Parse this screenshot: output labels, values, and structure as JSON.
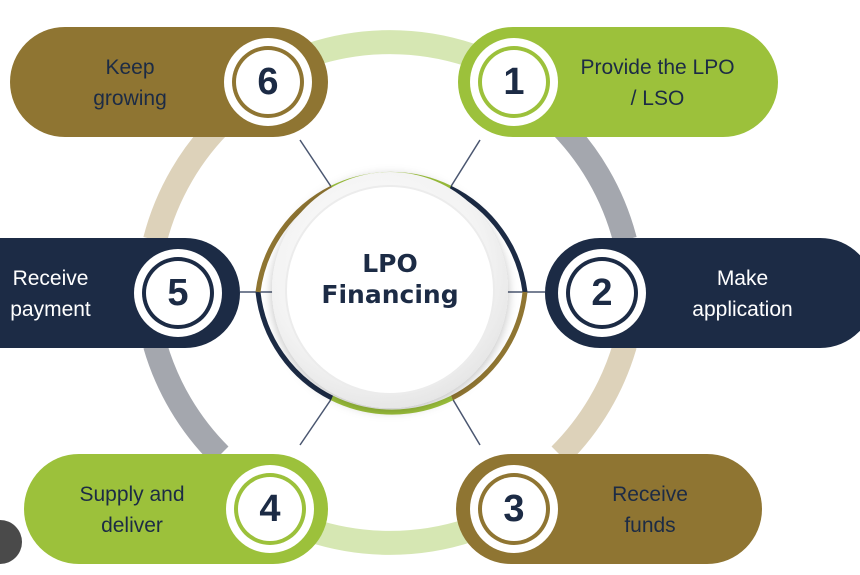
{
  "center": {
    "line1": "LPO",
    "line2": "Financing"
  },
  "steps": [
    {
      "number": "1",
      "line1": "Provide the LPO",
      "line2": "/ LSO"
    },
    {
      "number": "2",
      "line1": "Make",
      "line2": "application"
    },
    {
      "number": "3",
      "line1": "Receive",
      "line2": "funds"
    },
    {
      "number": "4",
      "line1": "Supply and",
      "line2": "deliver"
    },
    {
      "number": "5",
      "line1": "Receive",
      "line2": "payment"
    },
    {
      "number": "6",
      "line1": "Keep",
      "line2": "growing"
    }
  ],
  "colors": {
    "lime": "#9cc13b",
    "lime_light": "#d6e7b3",
    "brown": "#8f7532",
    "brown_light": "#ddd2ba",
    "navy": "#1c2b45",
    "gray_ring": "#a4a7ae",
    "white": "#ffffff"
  }
}
